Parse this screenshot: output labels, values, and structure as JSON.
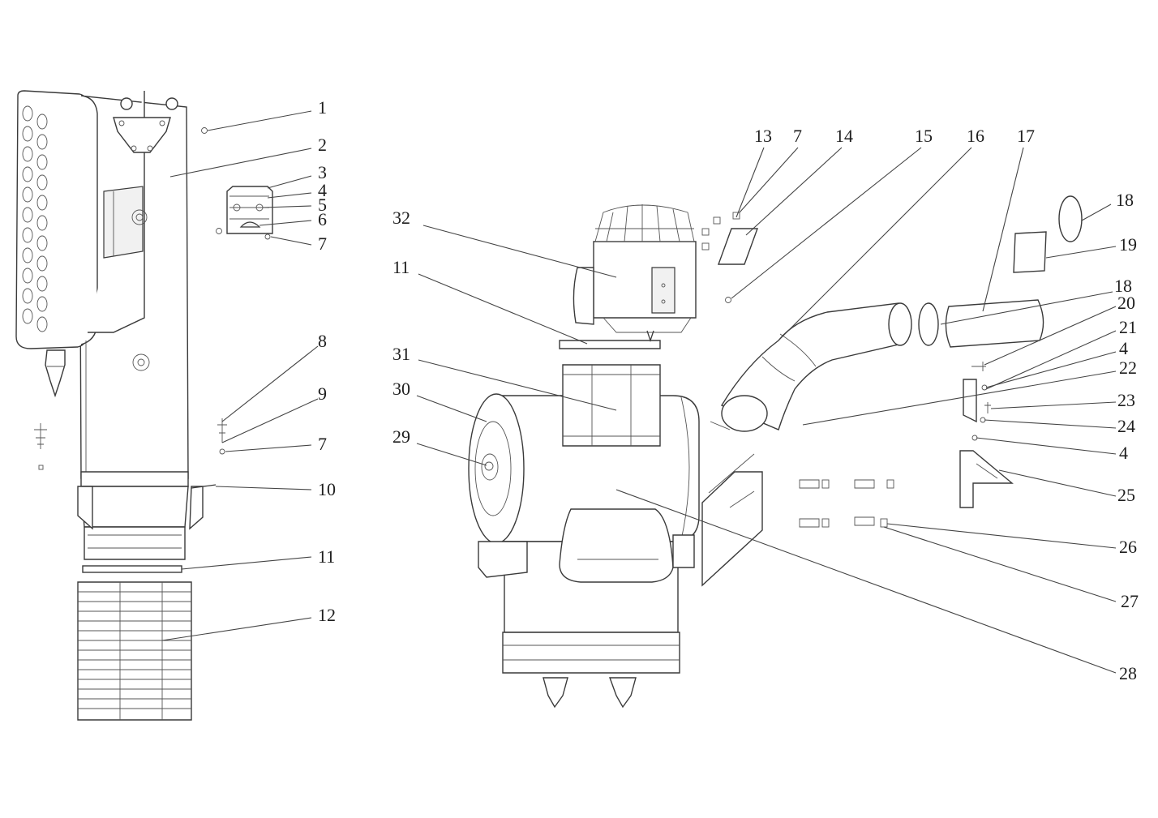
{
  "callouts": [
    {
      "id": "c1",
      "text": "1"
    },
    {
      "id": "c2",
      "text": "2"
    },
    {
      "id": "c3",
      "text": "3"
    },
    {
      "id": "c4a",
      "text": "4"
    },
    {
      "id": "c5",
      "text": "5"
    },
    {
      "id": "c6",
      "text": "6"
    },
    {
      "id": "c7a",
      "text": "7"
    },
    {
      "id": "c8",
      "text": "8"
    },
    {
      "id": "c9",
      "text": "9"
    },
    {
      "id": "c7b",
      "text": "7"
    },
    {
      "id": "c10",
      "text": "10"
    },
    {
      "id": "c11a",
      "text": "11"
    },
    {
      "id": "c12",
      "text": "12"
    },
    {
      "id": "c32",
      "text": "32"
    },
    {
      "id": "c11b",
      "text": "11"
    },
    {
      "id": "c31",
      "text": "31"
    },
    {
      "id": "c30",
      "text": "30"
    },
    {
      "id": "c29",
      "text": "29"
    },
    {
      "id": "c13",
      "text": "13"
    },
    {
      "id": "c7c",
      "text": "7"
    },
    {
      "id": "c14",
      "text": "14"
    },
    {
      "id": "c15",
      "text": "15"
    },
    {
      "id": "c16",
      "text": "16"
    },
    {
      "id": "c17",
      "text": "17"
    },
    {
      "id": "c18a",
      "text": "18"
    },
    {
      "id": "c19",
      "text": "19"
    },
    {
      "id": "c18b",
      "text": "18"
    },
    {
      "id": "c20",
      "text": "20"
    },
    {
      "id": "c21",
      "text": "21"
    },
    {
      "id": "c4b",
      "text": "4"
    },
    {
      "id": "c22",
      "text": "22"
    },
    {
      "id": "c23",
      "text": "23"
    },
    {
      "id": "c24",
      "text": "24"
    },
    {
      "id": "c4c",
      "text": "4"
    },
    {
      "id": "c25",
      "text": "25"
    },
    {
      "id": "c26",
      "text": "26"
    },
    {
      "id": "c27",
      "text": "27"
    },
    {
      "id": "c28",
      "text": "28"
    }
  ]
}
